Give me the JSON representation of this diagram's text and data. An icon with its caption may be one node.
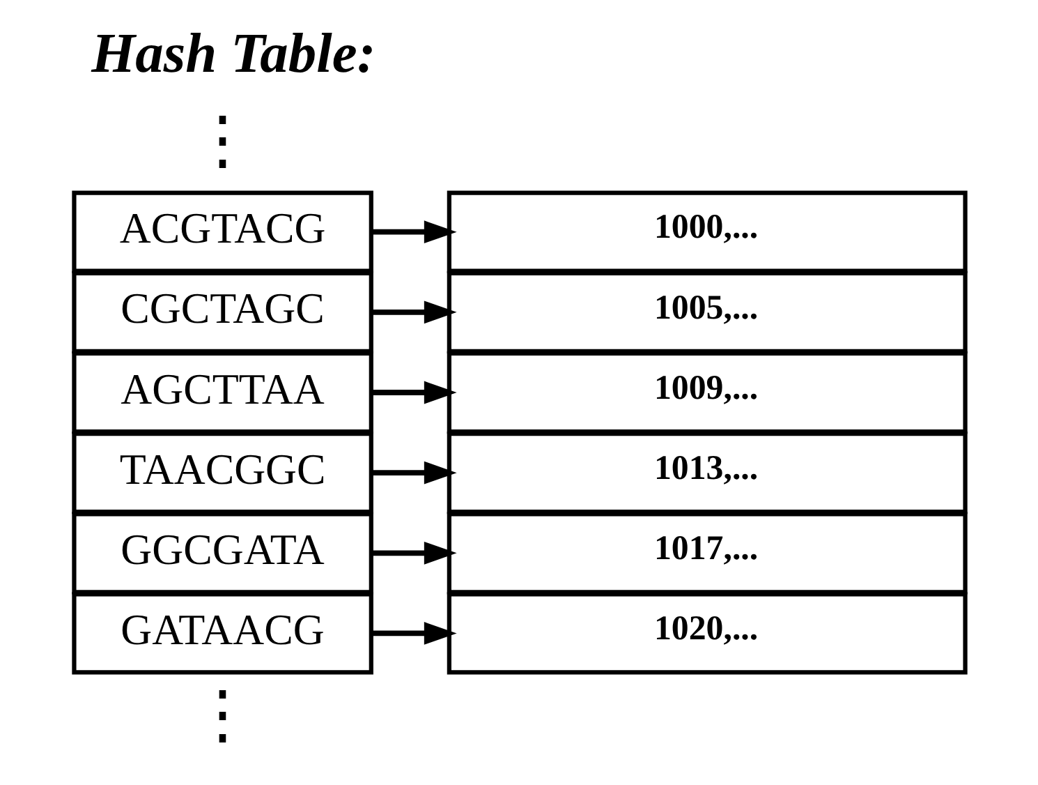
{
  "diagram": {
    "title": "Hash Table:",
    "nodes": [
      {
        "text": [
          "ACGTACG"
        ]
      },
      {
        "text": [
          "1000,..."
        ]
      },
      {
        "text": [
          "CGCTAGC"
        ]
      },
      {
        "text": [
          "1005,..."
        ]
      },
      {
        "text": [
          "AGCTTAA"
        ]
      },
      {
        "text": [
          "1009,..."
        ]
      },
      {
        "text": [
          "TAACGGC"
        ]
      },
      {
        "text": [
          "1013,..."
        ]
      },
      {
        "text": [
          "GGCGATA"
        ]
      },
      {
        "text": [
          "1017,..."
        ]
      },
      {
        "text": [
          "GATAACG"
        ]
      },
      {
        "text": [
          "1020,..."
        ]
      }
    ],
    "edges": [
      {
        "from": 0,
        "to": 1,
        "arrow": "to"
      },
      {
        "from": 2,
        "to": 3,
        "arrow": "to"
      },
      {
        "from": 4,
        "to": 5,
        "arrow": "to"
      },
      {
        "from": 6,
        "to": 7,
        "arrow": "to"
      },
      {
        "from": 8,
        "to": 9,
        "arrow": "to"
      },
      {
        "from": 10,
        "to": 11,
        "arrow": "to"
      }
    ],
    "labels": [
      "⋮",
      "⋮"
    ]
  }
}
